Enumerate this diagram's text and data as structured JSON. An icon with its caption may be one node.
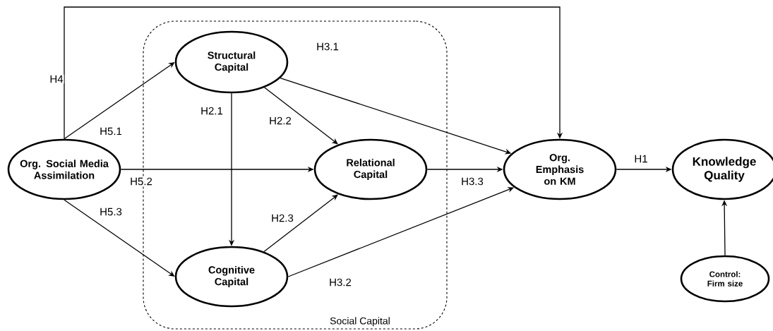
{
  "diagram": {
    "nodes": [
      {
        "text": [
          "Org. Social Media Assimilation"
        ]
      },
      {
        "text": [
          "Social Capital"
        ]
      },
      {
        "text": [
          "Structural Capital"
        ],
        "in": 1
      },
      {
        "text": [
          "Relational Capital"
        ],
        "in": 1
      },
      {
        "text": [
          "Cognitive Capital"
        ],
        "in": 1
      },
      {
        "text": [
          "Org. Emphasis on KM"
        ]
      },
      {
        "text": [
          "Knowledge Quality"
        ]
      },
      {
        "text": [
          "Control: Firm size"
        ]
      }
    ],
    "edges": [
      {
        "from": 0,
        "to": 5,
        "arrow": "to",
        "label": "H4"
      },
      {
        "from": 0,
        "to": 2,
        "arrow": "to",
        "label": "H5.1"
      },
      {
        "from": 0,
        "to": 3,
        "arrow": "to",
        "label": "H5.2"
      },
      {
        "from": 0,
        "to": 4,
        "arrow": "to",
        "label": "H5.3"
      },
      {
        "from": 2,
        "to": 4,
        "arrow": "to",
        "label": "H2.1"
      },
      {
        "from": 2,
        "to": 3,
        "arrow": "to",
        "label": "H2.2"
      },
      {
        "from": 4,
        "to": 3,
        "arrow": "to",
        "label": "H2.3"
      },
      {
        "from": 2,
        "to": 5,
        "arrow": "to",
        "label": "H3.1"
      },
      {
        "from": 4,
        "to": 5,
        "arrow": "to",
        "label": "H3.2"
      },
      {
        "from": 3,
        "to": 5,
        "arrow": "to",
        "label": "H3.3"
      },
      {
        "from": 5,
        "to": 6,
        "arrow": "to",
        "label": "H1"
      },
      {
        "from": 7,
        "to": 6,
        "arrow": "to"
      }
    ]
  }
}
